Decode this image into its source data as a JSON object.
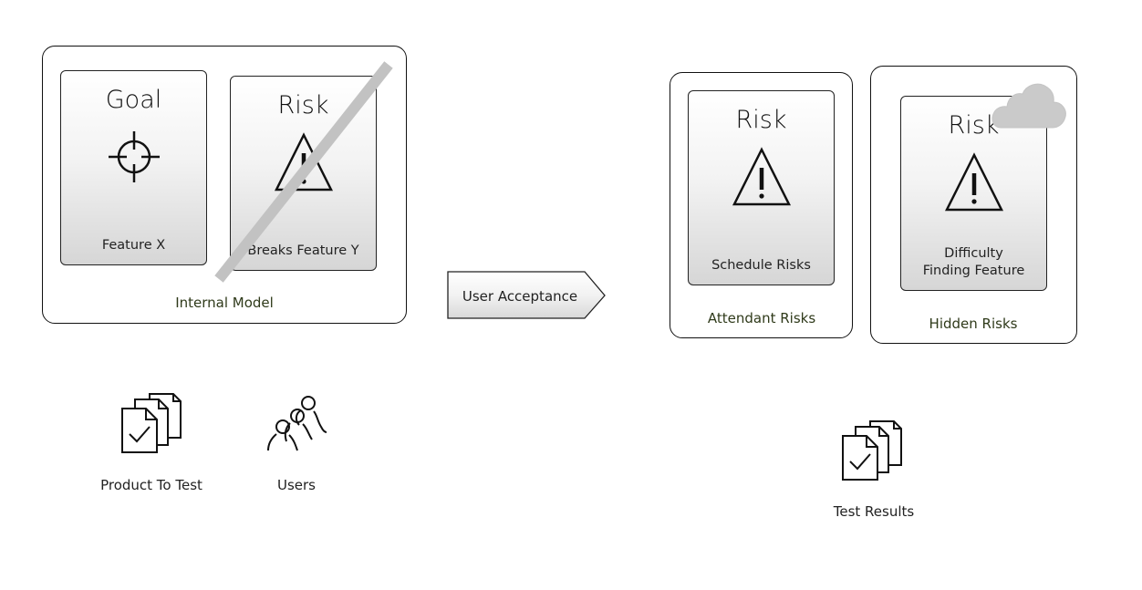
{
  "internal_model": {
    "label": "Internal Model",
    "goal_card": {
      "title": "Goal",
      "caption": "Feature X",
      "icon": "crosshair-icon"
    },
    "risk_card": {
      "title": "Risk",
      "caption": "Breaks Feature Y",
      "icon": "warning-icon",
      "struck_through": true
    }
  },
  "process": {
    "label": "User Acceptance"
  },
  "attendant_risks": {
    "label": "Attendant Risks",
    "risk_card": {
      "title": "Risk",
      "caption": "Schedule Risks",
      "icon": "warning-icon"
    }
  },
  "hidden_risks": {
    "label": "Hidden Risks",
    "risk_card": {
      "title": "Risk",
      "caption_line1": "Difficulty",
      "caption_line2": "Finding Feature",
      "icon": "warning-icon",
      "overlay_icon": "cloud-icon"
    }
  },
  "inputs": [
    {
      "label": "Product To Test",
      "icon": "documents-check-icon"
    },
    {
      "label": "Users",
      "icon": "users-icon"
    }
  ],
  "outputs": [
    {
      "label": "Test Results",
      "icon": "documents-check-icon"
    }
  ],
  "colors": {
    "label_text": "#2f3a1a",
    "strike": "#c2c2c2",
    "cloud": "#c8c8c8",
    "border": "#111111"
  }
}
